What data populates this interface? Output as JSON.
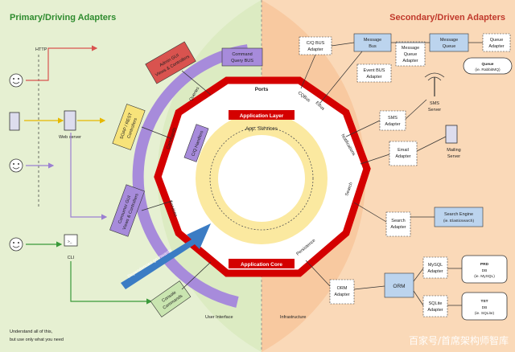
{
  "headers": {
    "left": "Primary/Driving Adapters",
    "right": "Secondary/Driven Adapters"
  },
  "colors": {
    "left_bg": "#e6f0d2",
    "right_bg": "#fad9b8",
    "left_header": "#2e8b2e",
    "right_header": "#c0392b",
    "ring": "#d40000",
    "purple_ring": "#a78bdb",
    "core_yellow": "#fbe9a0",
    "arrow_blue": "#3b7cc4"
  },
  "left": {
    "http": "HTTP",
    "web_server": "Web server",
    "cli": "CLI",
    "footnote_1": "Understand all of this,",
    "footnote_2": "but use only what you need",
    "user_interface": "User Interface"
  },
  "right": {
    "infrastructure": "Infrastructure"
  },
  "core": {
    "ports": "Ports",
    "application_layer": "Application Layer",
    "app_services": "App. Services",
    "application_core": "Application Core",
    "dependencies": "Dependencies go inwards"
  },
  "adapters_left": {
    "admin_gui": [
      "Admin GUI",
      "Views & Controllers"
    ],
    "command_query_bus": [
      "Command",
      "Query BUS"
    ],
    "soap_rest": [
      "SOAP / REST",
      "Controllers"
    ],
    "cq_handlers": [
      "C/Q Handlers"
    ],
    "consumer_gui": [
      "Consumer GUI",
      "Views & Controllers"
    ],
    "console_commands": [
      "Console",
      "Commands"
    ]
  },
  "port_labels": {
    "queries": "Queries",
    "commands": "Commands",
    "services": "Services",
    "cqbus": "CQBus",
    "ebus": "EBus",
    "notifications": "Notifications",
    "search": "Search",
    "persistence": "Persistence"
  },
  "adapters_right": {
    "cq_bus_adapter": [
      "C/Q BUS",
      "Adapter"
    ],
    "message_bus": [
      "Message",
      "Bus"
    ],
    "message_queue_adapter": [
      "Message",
      "Queue",
      "Adapter"
    ],
    "message_queue": [
      "Message",
      "Queue"
    ],
    "queue_adapter": [
      "Queue",
      "Adapter"
    ],
    "queue": [
      "Queue",
      "(ie. RabbitMQ)"
    ],
    "event_bus_adapter": [
      "Event BUS",
      "Adapter"
    ],
    "sms_server": [
      "SMS",
      "Server"
    ],
    "sms_adapter": [
      "SMS",
      "Adapter"
    ],
    "email_adapter": [
      "Email",
      "Adapter"
    ],
    "mailing_server": [
      "Mailing",
      "Server"
    ],
    "search_engine": [
      "Search Engine",
      "(ie. Elasticsearch)"
    ],
    "search_adapter": [
      "Search",
      "Adapter"
    ],
    "orm_adapter": [
      "ORM",
      "Adapter"
    ],
    "orm": [
      "ORM"
    ],
    "mysql_adapter": [
      "MySQL",
      "Adapter"
    ],
    "sqlite_adapter": [
      "SQLite",
      "Adapter"
    ],
    "prod_db": [
      "PRD",
      "DB",
      "(ie. MySQL)"
    ],
    "test_db": [
      "TST",
      "DB",
      "(ie. SQLite)"
    ]
  },
  "watermark": "百家号/首席架构师智库"
}
